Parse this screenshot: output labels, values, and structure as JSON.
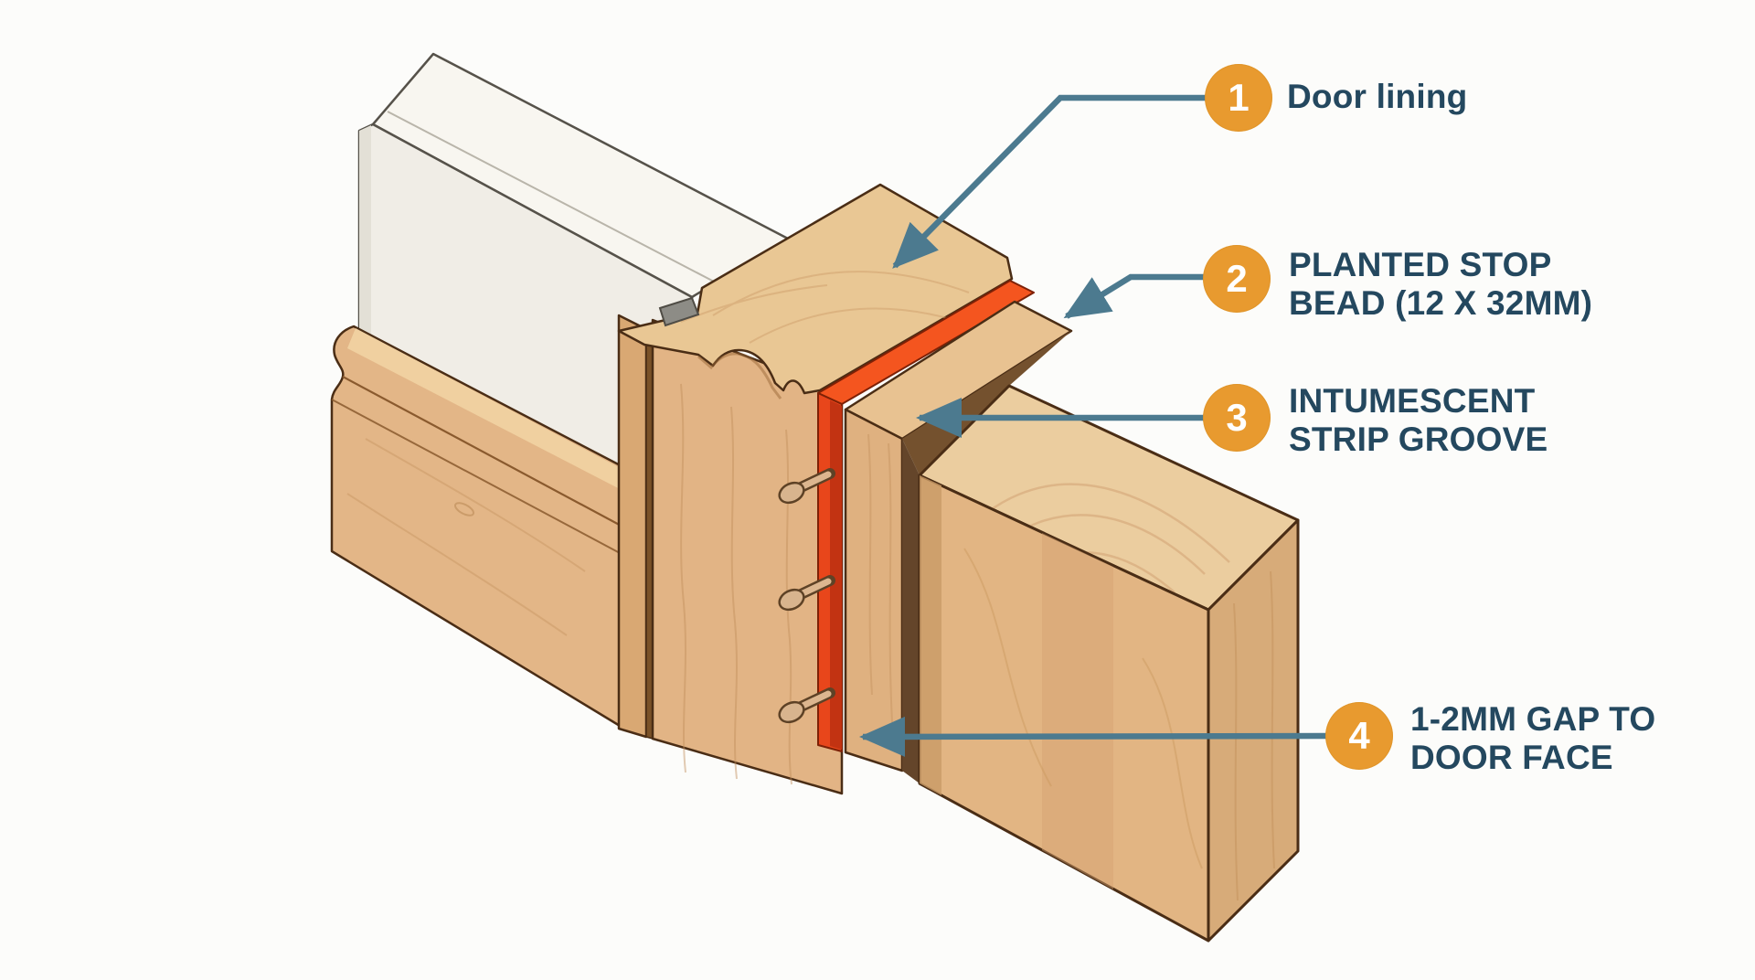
{
  "diagram": {
    "title_visible": false,
    "background_color": "#FCFCFA",
    "colors": {
      "badge_orange": "#E89A2F",
      "label_text": "#24485F",
      "leader_line": "#4C7A8F",
      "intumescent_strip_red": "#E8461B",
      "wood_face": "#E2B485",
      "wood_top": "#E9C794",
      "wall_white": "#F0EDE6",
      "outline_brown": "#4A2D15"
    },
    "callouts": [
      {
        "number": "1",
        "label_lines": [
          "Door lining"
        ]
      },
      {
        "number": "2",
        "label_lines": [
          "PLANTED STOP",
          "BEAD (12 X 32MM)"
        ]
      },
      {
        "number": "3",
        "label_lines": [
          "INTUMESCENT",
          "STRIP GROOVE"
        ]
      },
      {
        "number": "4",
        "label_lines": [
          "1-2MM GAP TO",
          "DOOR FACE"
        ]
      }
    ]
  }
}
